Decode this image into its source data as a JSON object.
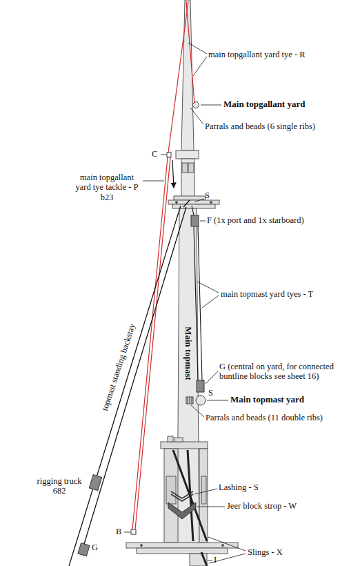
{
  "diagram": {
    "labels": [
      "main topgallant yard tye - R",
      "Main topgallant yard",
      "Parrals and beads (6 single ribs)",
      "C",
      "main topgallant yard tye tackle - P b23",
      "S",
      "F (1x port and 1x starboard)",
      "main topmast yard tyes - T",
      "topmast standing backstay",
      "Main topmast",
      "G (central on yard, for connected buntline blocks see sheet 16)",
      "S",
      "Main topmast yard",
      "Parrals and beads (11 double ribs)",
      "rigging truck 682",
      "Lashing - S",
      "Jeer block strop - W",
      "B",
      "Slings - X",
      "G",
      "I"
    ]
  }
}
